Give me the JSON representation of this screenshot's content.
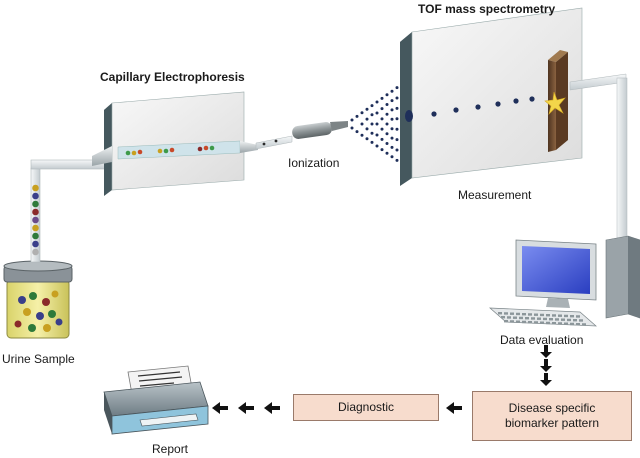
{
  "labels": {
    "capillary_electrophoresis": "Capillary Electrophoresis",
    "tof_mass_spectrometry": "TOF mass spectrometry",
    "ionization": "Ionization",
    "measurement": "Measurement",
    "urine_sample": "Urine Sample",
    "data_evaluation": "Data evaluation",
    "report": "Report"
  },
  "boxes": {
    "diagnostic": "Diagnostic",
    "biomarker_line1": "Disease specific",
    "biomarker_line2": "biomarker pattern"
  },
  "colors": {
    "box_fill": "#f7dccd",
    "box_border": "#9a7a6a",
    "device_face": "#ececec",
    "device_side": "#556a70",
    "tube": "#dde3e5",
    "detector": "#6b4a2e",
    "ion": "#1f2f5a",
    "flash": "#f3d54a",
    "arrow": "#111111"
  }
}
